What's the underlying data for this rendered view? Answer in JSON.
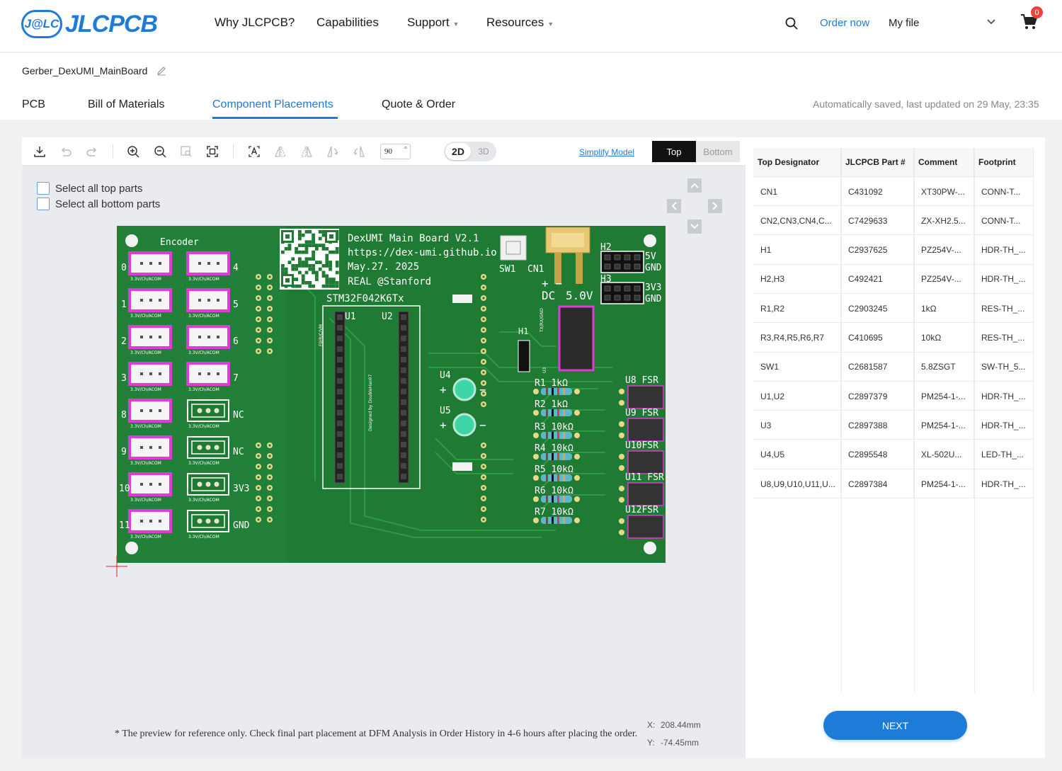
{
  "header": {
    "logo_badge": "J@LC",
    "logo_text": "JLCPCB",
    "nav": [
      {
        "label": "Why JLCPCB?"
      },
      {
        "label": "Capabilities"
      },
      {
        "label": "Support"
      },
      {
        "label": "Resources"
      }
    ],
    "order_now": "Order now",
    "my_file": "My file",
    "cart_count": "0"
  },
  "project": {
    "filename": "Gerber_DexUMI_MainBoard",
    "tabs": [
      "PCB",
      "Bill of Materials",
      "Component Placements",
      "Quote & Order"
    ],
    "active_tab": "Component Placements",
    "autosave": "Automatically saved, last updated on 29 May, 23:35"
  },
  "toolbar": {
    "rotation_value": "90",
    "rotation_unit": "°",
    "btn_2d": "2D",
    "btn_3d": "3D",
    "simplify_model": "Simplify Model",
    "side_top": "Top",
    "side_bottom": "Bottom"
  },
  "selection": {
    "select_top": "Select all top parts",
    "select_bottom": "Select all bottom parts"
  },
  "pcb": {
    "encoder_label": "Encoder",
    "title_lines": [
      "DexUMI Main Board V2.1",
      "https://dex-umi.github.io",
      "May.27. 2025",
      "REAL @Stanford"
    ],
    "mcu_label": "STM32F042K6Tx",
    "connector_caption": "3.3V/Ch/ACOM",
    "left_numbers": [
      "0",
      "1",
      "2",
      "3",
      "8",
      "9",
      "10",
      "11"
    ],
    "right_labels": [
      "4",
      "5",
      "6",
      "7",
      "NC",
      "NC",
      "3V3",
      "GND"
    ],
    "header_labels": [
      "5V",
      "GND",
      "3V3",
      "GND"
    ],
    "resistors": [
      "R1 1kΩ",
      "R2 1kΩ",
      "R3 10kΩ",
      "R4 10kΩ",
      "R5 10kΩ",
      "R6 10kΩ",
      "R7 10kΩ"
    ],
    "fsr_labels": [
      "U8 FSR",
      "U9 FSR",
      "U10FSR",
      "U11 FSR",
      "U12FSR"
    ],
    "misc_labels": {
      "u1": "U1",
      "u2": "U2",
      "u4": "U4",
      "u5": "U5",
      "sw1": "SW1",
      "cn1": "CN1",
      "h1": "H1",
      "h2": "H2",
      "h3": "H3",
      "dc": "DC",
      "volt": "5.0V",
      "designed_by": "Designed by DoubleHan07",
      "uart": "TX/RX/GND",
      "mcu_side": "F0/R/C/VM",
      "u3": "U3",
      "plus": "+",
      "minus": "−",
      "plus_minus": "+  −"
    }
  },
  "viewer": {
    "preview_note": "* The preview for reference only. Check final part placement at DFM Analysis in Order History in 4-6 hours after placing the order.",
    "x_label": "X:",
    "x_value": "208.44mm",
    "y_label": "Y:",
    "y_value": "-74.45mm"
  },
  "table": {
    "headers": [
      "Top Designator",
      "JLCPCB Part #",
      "Comment",
      "Footprint"
    ],
    "rows": [
      [
        "CN1",
        "C431092",
        "XT30PW-...",
        "CONN-T..."
      ],
      [
        "CN2,CN3,CN4,C...",
        "C7429633",
        "ZX-XH2.5...",
        "CONN-T..."
      ],
      [
        "H1",
        "C2937625",
        "PZ254V-...",
        "HDR-TH_..."
      ],
      [
        "H2,H3",
        "C492421",
        "PZ254V-...",
        "HDR-TH_..."
      ],
      [
        "R1,R2",
        "C2903245",
        "1kΩ",
        "RES-TH_..."
      ],
      [
        "R3,R4,R5,R6,R7",
        "C410695",
        "10kΩ",
        "RES-TH_..."
      ],
      [
        "SW1",
        "C2681587",
        "5.8ZSGT",
        "SW-TH_5..."
      ],
      [
        "U1,U2",
        "C2897379",
        "PM254-1-...",
        "HDR-TH_..."
      ],
      [
        "U3",
        "C2897388",
        "PM254-1-...",
        "HDR-TH_..."
      ],
      [
        "U4,U5",
        "C2895548",
        "XL-502U...",
        "LED-TH_..."
      ],
      [
        "U8,U9,U10,U11,U...",
        "C2897384",
        "PM254-1-...",
        "HDR-TH_..."
      ]
    ],
    "next_label": "NEXT"
  },
  "colors": {
    "accent": "#1f7bd8",
    "pcb_green": "#1e7d34",
    "pad_magenta": "#e03ad8",
    "badge_red": "#f04040"
  }
}
